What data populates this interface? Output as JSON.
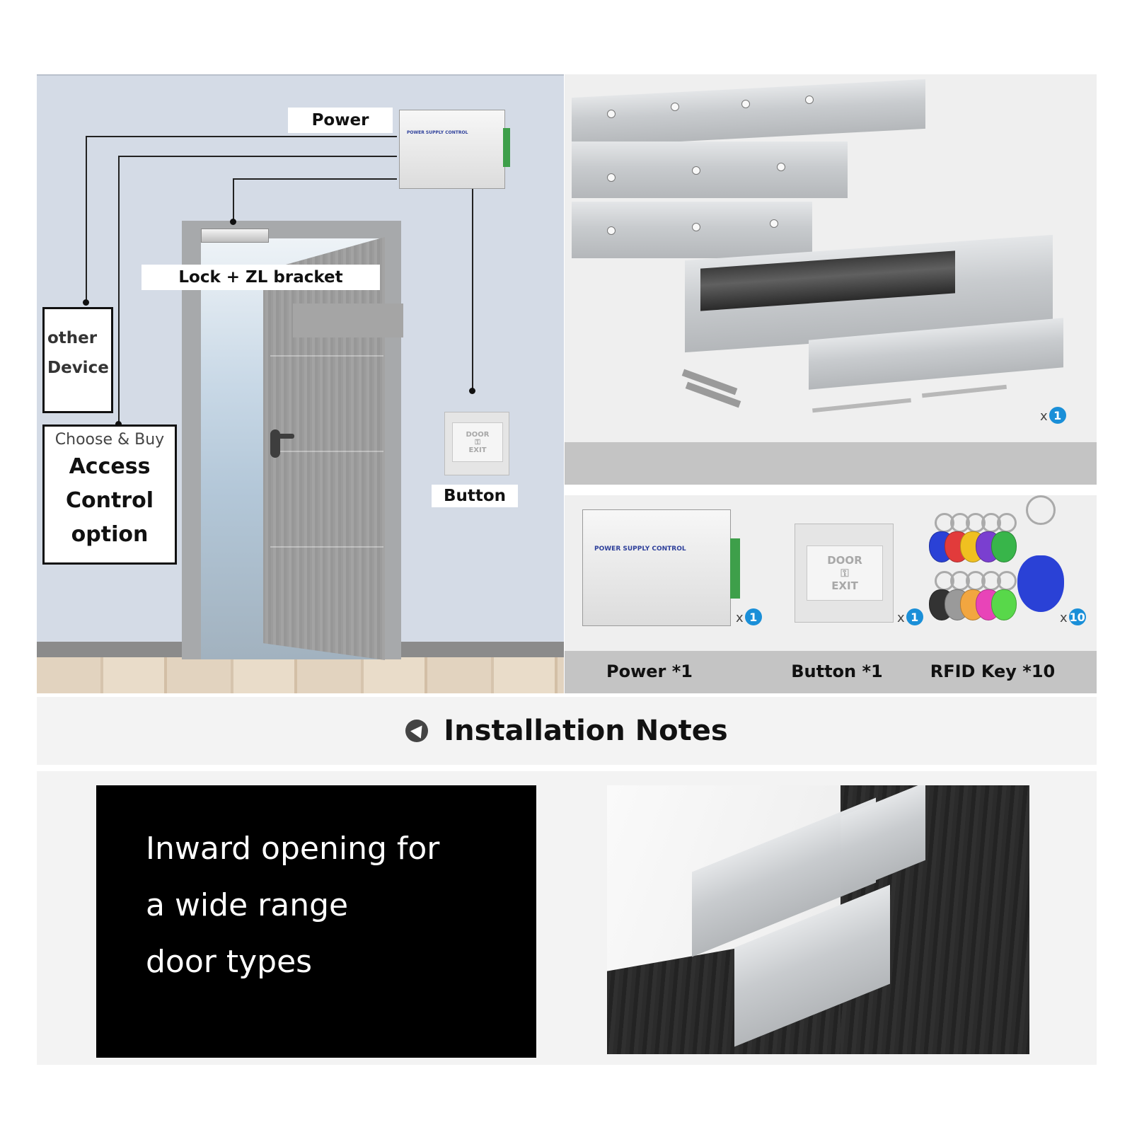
{
  "diagram": {
    "power_label": "Power",
    "lock_label": "Lock + ZL bracket",
    "button_label": "Button",
    "other_device": [
      "other",
      "Device"
    ],
    "access": {
      "choose_buy": "Choose & Buy",
      "line1": "Access",
      "line2": "Control",
      "line3": "option"
    },
    "psu_title": "POWER SUPPLY CONTROL",
    "exit_button": {
      "top": "DOOR",
      "bottom": "EXIT"
    }
  },
  "kit": {
    "qty_prefix": "x",
    "qty": "1"
  },
  "accessories": {
    "psu_title": "POWER SUPPLY CONTROL",
    "exit_button": {
      "top": "DOOR",
      "bottom": "EXIT"
    },
    "items": [
      {
        "label": "Power *1",
        "qty": "1"
      },
      {
        "label": "Button *1",
        "qty": "1"
      },
      {
        "label": "RFID Key *10",
        "qty": "10"
      }
    ],
    "qty_prefix": "x",
    "fob_colors": [
      "#2a41d6",
      "#e23b3b",
      "#f0c020",
      "#7a3fd0",
      "#38b54a",
      "#333333",
      "#9a9a9a",
      "#f2a640",
      "#e844b8",
      "#58d84a"
    ]
  },
  "notes": {
    "title": "Installation Notes",
    "lines": [
      "Inward opening for",
      "a wide range",
      "door types"
    ]
  }
}
